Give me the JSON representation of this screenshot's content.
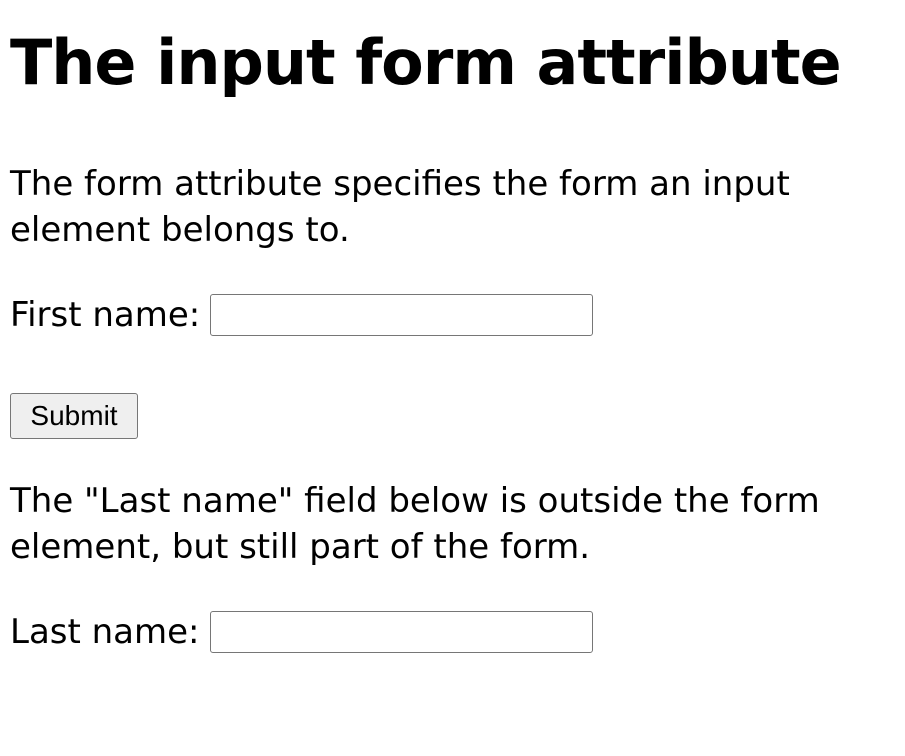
{
  "heading": "The input form attribute",
  "intro_text": "The form attribute specifies the form an input element belongs to.",
  "form": {
    "first_name_label": "First name:",
    "first_name_value": "",
    "submit_label": "Submit"
  },
  "outside_note": "The \"Last name\" field below is outside the form element, but still part of the form.",
  "outside_field": {
    "last_name_label": "Last name:",
    "last_name_value": ""
  }
}
